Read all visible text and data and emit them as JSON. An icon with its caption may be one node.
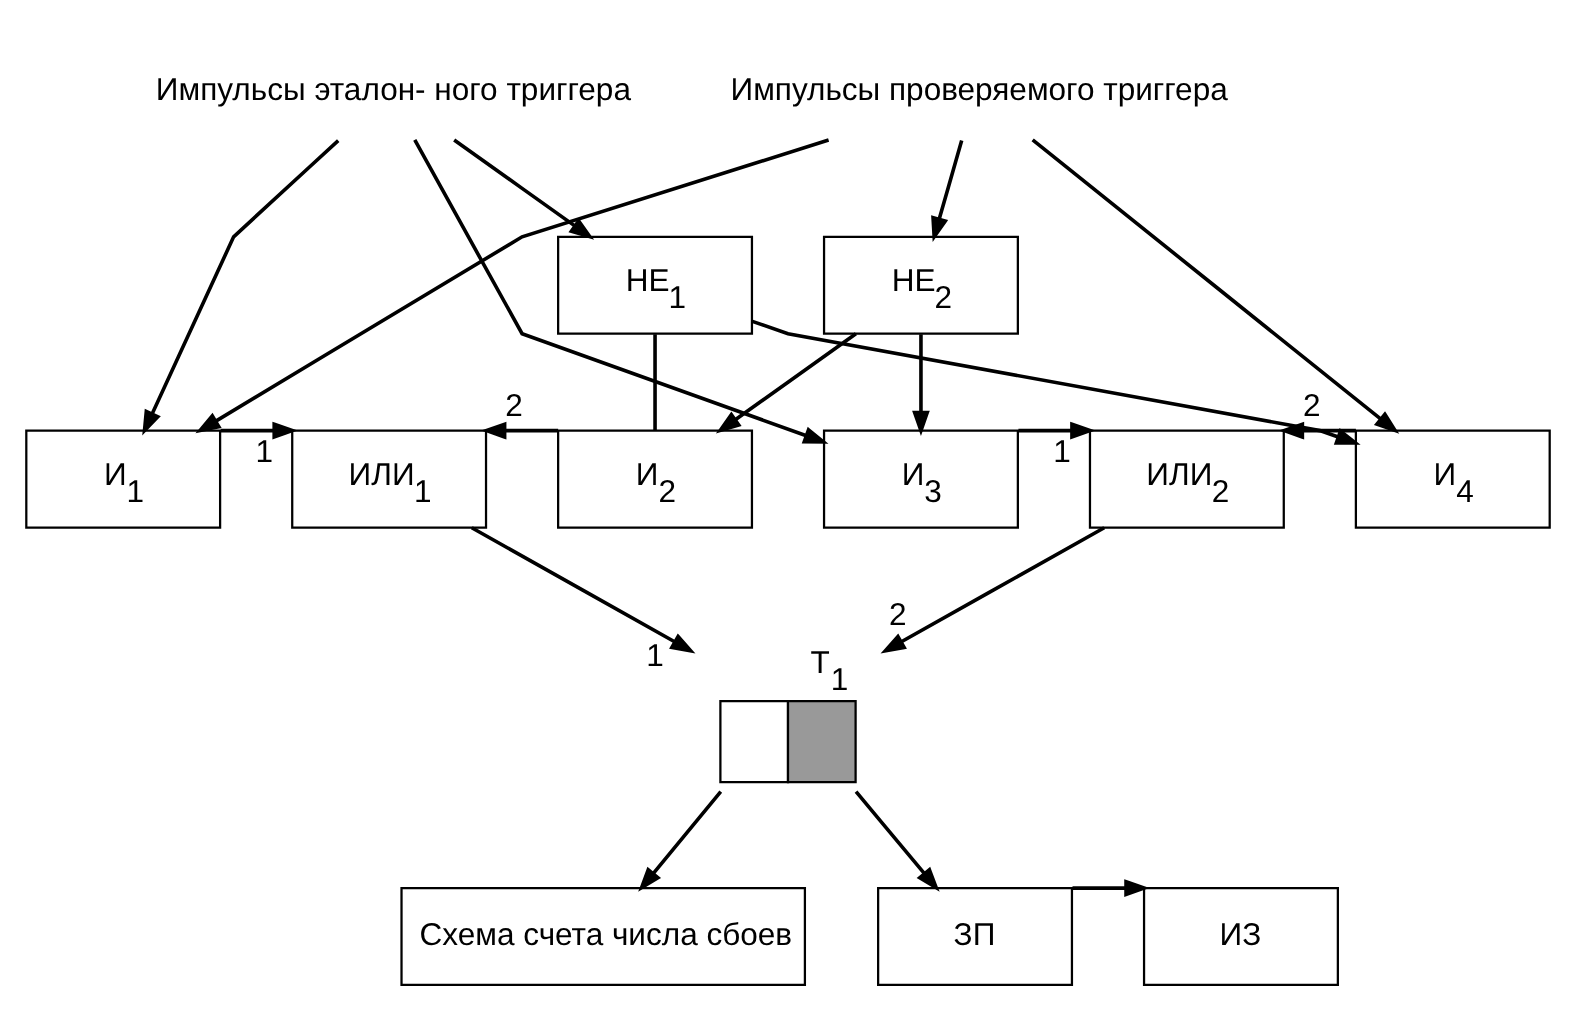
{
  "diagram": {
    "nodes": [
      {
        "text": [
          "Импульсы эталон- ного триггера"
        ]
      },
      {
        "text": [
          "НЕ$_{1}$"
        ]
      },
      {
        "text": [
          "И$_{1}$"
        ]
      },
      {
        "text": [
          "ИЛИ$_{1}$"
        ]
      },
      {
        "text": [
          "И$_{2}$"
        ]
      },
      {
        "text": [
          "И$_{3}$"
        ]
      },
      {
        "text": [
          "ИЛИ$_{2}$"
        ]
      },
      {
        "text": [
          "И$_{4}$"
        ]
      },
      {
        "text": [
          "НЕ$_{2}$"
        ]
      },
      {
        "text": [
          "Импульсы проверяемого триггера"
        ]
      },
      {
        "text": [],
        "shape": "box",
        "beside": [
          "T$_{1}$"
        ]
      },
      {
        "text": [
          "Схема счета числа сбоев"
        ]
      },
      {
        "text": [
          "ЗП"
        ]
      },
      {
        "text": [
          "ИЗ"
        ]
      }
    ],
    "edges": [
      {
        "from": 0,
        "to": 1,
        "arrow": "to"
      },
      {
        "from": 0,
        "to": 2,
        "arrow": "to"
      },
      {
        "from": 0,
        "to": 5,
        "arrow": "to"
      },
      {
        "from": 1,
        "to": 4,
        "arrow": "none"
      },
      {
        "from": 1,
        "to": 7,
        "arrow": "to"
      },
      {
        "from": 2,
        "to": 3,
        "arrow": "to",
        "label": "1"
      },
      {
        "from": 4,
        "to": 3,
        "arrow": "to",
        "label": "2"
      },
      {
        "from": 5,
        "to": 6,
        "arrow": "to",
        "label": "1"
      },
      {
        "from": 7,
        "to": 6,
        "arrow": "to",
        "label": "2"
      },
      {
        "from": 8,
        "to": 4,
        "arrow": "to"
      },
      {
        "from": 8,
        "to": 5,
        "arrow": "to"
      },
      {
        "from": 9,
        "to": 2,
        "arrow": "to"
      },
      {
        "from": 9,
        "to": 8,
        "arrow": "to"
      },
      {
        "from": 9,
        "to": 7,
        "arrow": "to"
      },
      {
        "from": 3,
        "to": 10,
        "arrow": "to",
        "label": "1"
      },
      {
        "from": 6,
        "to": 10,
        "arrow": "to",
        "label": "2"
      },
      {
        "from": 10,
        "to": 11,
        "arrow": "to"
      },
      {
        "from": 10,
        "to": 12,
        "arrow": "to"
      },
      {
        "from": 12,
        "to": 13,
        "arrow": "to"
      }
    ]
  }
}
